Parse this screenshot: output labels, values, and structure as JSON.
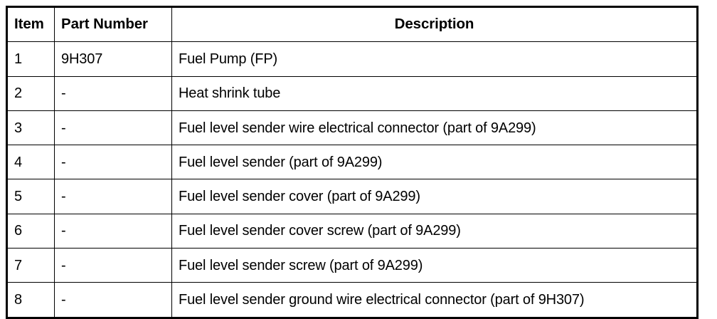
{
  "table": {
    "columns": [
      {
        "key": "item",
        "label": "Item",
        "align": "left"
      },
      {
        "key": "part_number",
        "label": "Part Number",
        "align": "left"
      },
      {
        "key": "description",
        "label": "Description",
        "align": "center"
      }
    ],
    "rows": [
      {
        "item": "1",
        "part_number": "9H307",
        "description": "Fuel Pump (FP)"
      },
      {
        "item": "2",
        "part_number": "-",
        "description": "Heat shrink tube"
      },
      {
        "item": "3",
        "part_number": "-",
        "description": "Fuel level sender wire electrical connector (part of 9A299)"
      },
      {
        "item": "4",
        "part_number": "-",
        "description": "Fuel level sender (part of 9A299)"
      },
      {
        "item": "5",
        "part_number": "-",
        "description": "Fuel level sender cover (part of 9A299)"
      },
      {
        "item": "6",
        "part_number": "-",
        "description": "Fuel level sender cover screw (part of 9A299)"
      },
      {
        "item": "7",
        "part_number": "-",
        "description": "Fuel level sender screw (part of 9A299)"
      },
      {
        "item": "8",
        "part_number": "-",
        "description": "Fuel level sender ground wire electrical connector (part of 9H307)"
      }
    ]
  },
  "colors": {
    "background": "#ffffff",
    "text": "#000000",
    "border": "#000000"
  }
}
